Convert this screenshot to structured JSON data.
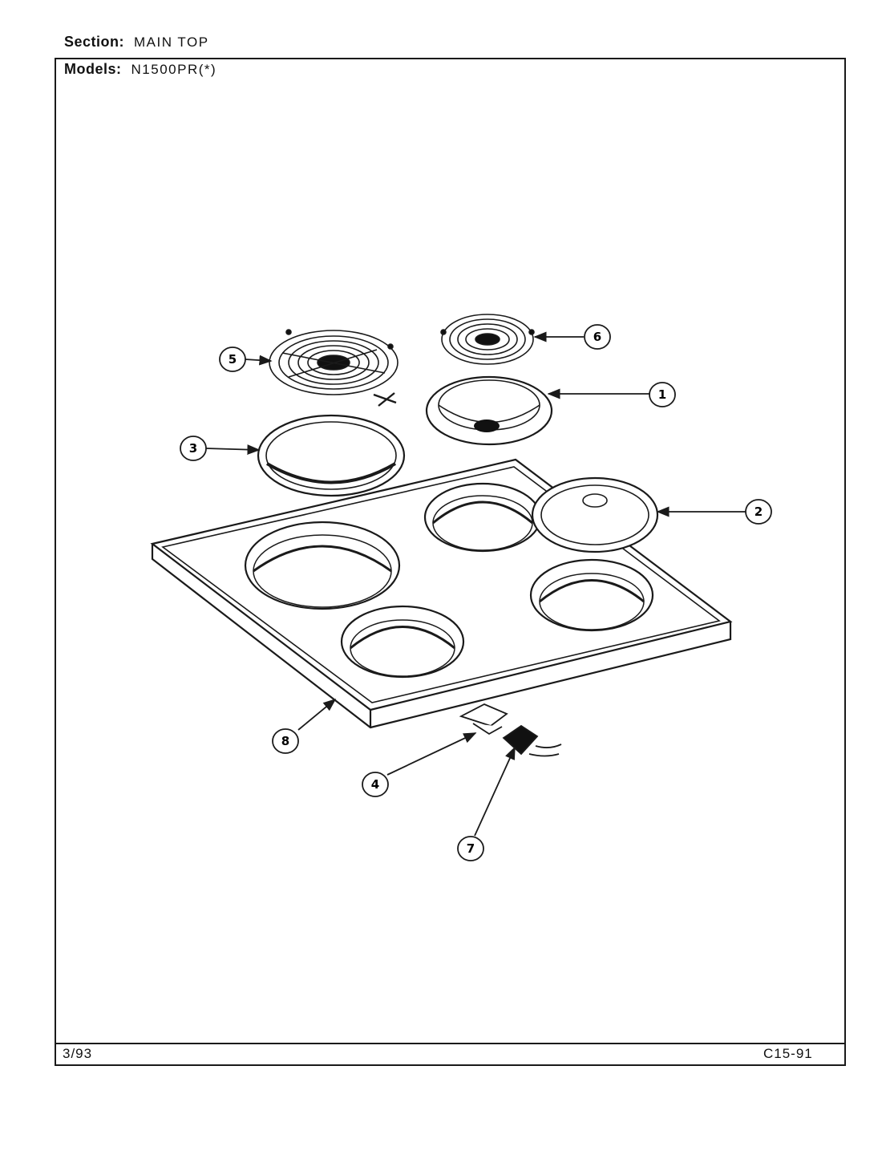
{
  "header": {
    "section_label": "Section:",
    "section_value": "MAIN TOP",
    "models_label": "Models:",
    "models_value": "N1500PR(*)"
  },
  "footer": {
    "date": "3/93",
    "code": "C15-91"
  },
  "callouts": [
    {
      "number": "1",
      "part": "drip-bowl-small"
    },
    {
      "number": "2",
      "part": "trim-ring-small"
    },
    {
      "number": "3",
      "part": "trim-ring-large"
    },
    {
      "number": "4",
      "part": "receptacle-bracket"
    },
    {
      "number": "5",
      "part": "surface-element-large"
    },
    {
      "number": "6",
      "part": "surface-element-small"
    },
    {
      "number": "7",
      "part": "receptacle-block"
    },
    {
      "number": "8",
      "part": "main-top"
    }
  ],
  "colors": {
    "line": "#1a1a1a",
    "background": "#ffffff",
    "fill_dark": "#111111"
  }
}
